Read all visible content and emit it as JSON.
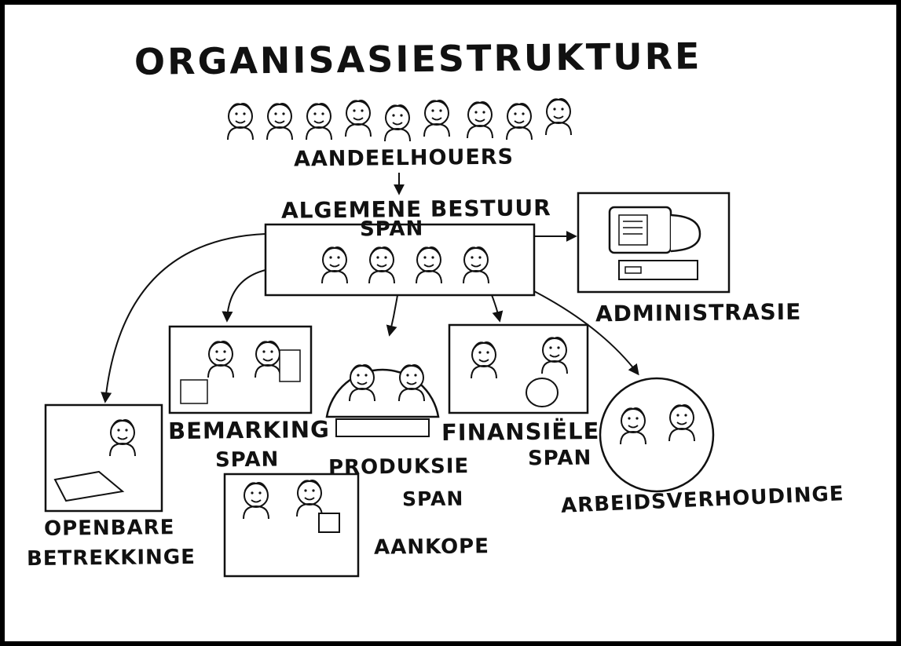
{
  "title": "ORGANISASIESTRUKTURE",
  "nodes": {
    "shareholders": "AANDEELHOUERS",
    "board_line1": "ALGEMENE BESTUUR",
    "board_line2": "SPAN",
    "administration": "ADMINISTRASIE",
    "marketing_line1": "BEMARKING",
    "marketing_line2": "SPAN",
    "production_line1": "PRODUKSIE",
    "production_line2": "SPAN",
    "financial_line1": "FINANSIËLE",
    "financial_line2": "SPAN",
    "labour_relations": "ARBEIDSVERHOUDINGE",
    "public_relations_line1": "OPENBARE",
    "public_relations_line2": "BETREKKINGE",
    "purchasing": "AANKOPE"
  },
  "colors": {
    "ink": "#111111",
    "background": "#ffffff"
  }
}
